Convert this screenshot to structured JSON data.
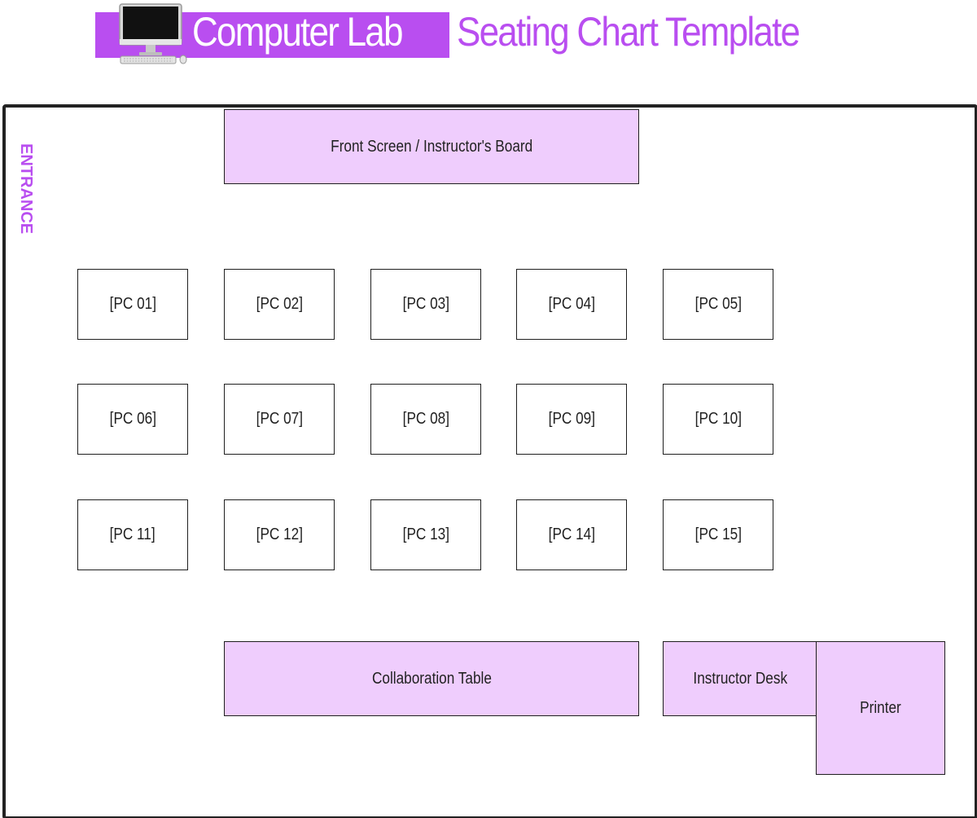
{
  "header": {
    "title_highlight": "Computer Lab",
    "title_rest": "Seating Chart Template",
    "accent_color": "#b94ef0",
    "icon": "desktop-computer-icon"
  },
  "room": {
    "entrance_label": "ENTRANCE",
    "front_screen": "Front Screen / Instructor's Board",
    "collaboration_table": "Collaboration Table",
    "instructor_desk": "Instructor Desk",
    "printer": "Printer",
    "furniture_fill": "#efcdfd"
  },
  "stations": [
    "[PC 01]",
    "[PC 02]",
    "[PC 03]",
    "[PC 04]",
    "[PC 05]",
    "[PC 06]",
    "[PC 07]",
    "[PC 08]",
    "[PC 09]",
    "[PC 10]",
    "[PC 11]",
    "[PC 12]",
    "[PC 13]",
    "[PC 14]",
    "[PC 15]"
  ]
}
